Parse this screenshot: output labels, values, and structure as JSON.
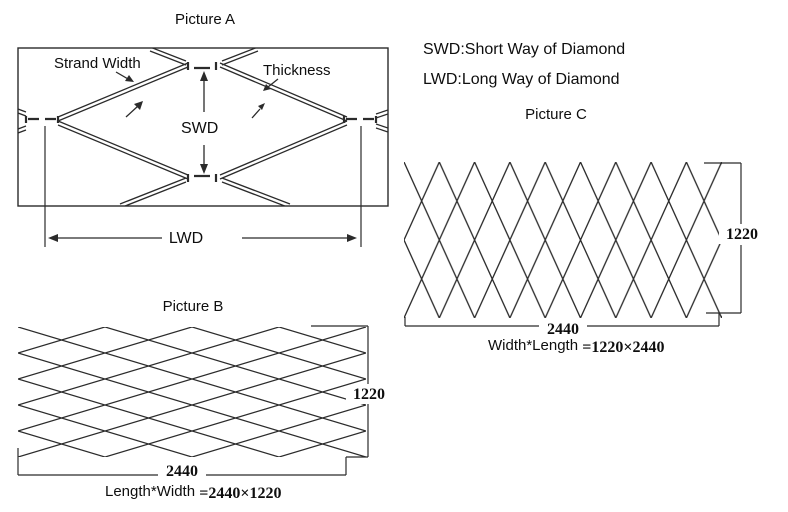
{
  "legend": {
    "swd_definition": "SWD:Short Way of Diamond",
    "lwd_definition": "LWD:Long Way of Diamond"
  },
  "picture_a": {
    "title": "Picture A",
    "strand_width_label": "Strand Width",
    "thickness_label": "Thickness",
    "swd_label": "SWD",
    "lwd_label": "LWD"
  },
  "picture_b": {
    "title": "Picture B",
    "height_value": "1220",
    "width_value": "2440",
    "formula_label": "Length*Width",
    "formula_value": "=2440×1220"
  },
  "picture_c": {
    "title": "Picture C",
    "height_value": "1220",
    "width_value": "2440",
    "formula_label": "Width*Length",
    "formula_value": "=1220×2440"
  },
  "colors": {
    "line": "#2b2b2b",
    "text": "#0e0e0e",
    "background": "#ffffff"
  }
}
